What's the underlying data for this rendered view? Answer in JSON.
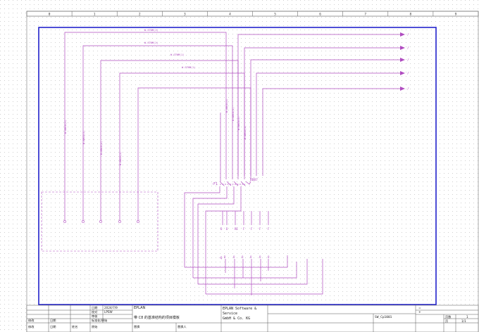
{
  "ruler": {
    "columns": [
      "0",
      "1",
      "2",
      "3",
      "4",
      "5",
      "6",
      "7",
      "8",
      "9"
    ]
  },
  "wires": {
    "labels": [
      "W-STNM(1)",
      "W-STNM(1)",
      "W-STNM(1)",
      "W-STNM(1)",
      "W-STNM(1)"
    ],
    "drop_labels": [
      "W-ABCD(1)",
      "W-ABCD(1)",
      "W-ABCD(1)",
      "W-ABCD(1)"
    ],
    "vertical_labels": [
      "W-ABCD(1)",
      "W-ABCD(1)",
      "W-ABCD(1)",
      "W-ABCD(1)"
    ]
  },
  "arrows": {
    "label": "/"
  },
  "device": {
    "tag": "-F1",
    "ref": "DDB7",
    "bottom_tag": "-Q",
    "terminals_top": [
      "D",
      "D",
      "RE",
      "F",
      "F",
      "F",
      "F"
    ],
    "terminals_bottom": [
      "D",
      "O",
      "O",
      "O",
      "O",
      "O",
      "O"
    ]
  },
  "colors": {
    "frame": "#2222cc",
    "wire": "#b04cc0",
    "box_dash": "#b04cc0",
    "grid": "#d8d8d8"
  },
  "titleblock": {
    "row_labels": [
      "日期",
      "校对",
      "审核",
      "标准化/原始"
    ],
    "row_values": [
      "2024/7/9",
      "LPSW",
      "",
      ""
    ],
    "company": "EPLAN",
    "project_title": "带 C8 的基准结构的项目模板",
    "vendor_line1": "EPLAN Software &",
    "vendor_line2": "Service",
    "vendor_line3": "GmbH & Co. KG",
    "drawing_no": "SW_Cp1001",
    "bottom_labels": [
      "修改",
      "日期",
      "姓名",
      "原始",
      "替换",
      "替换人"
    ],
    "mid_labels": [
      "修改",
      "日期"
    ],
    "right_eq": [
      "=",
      "+"
    ],
    "page_label": "页数",
    "page_value": "1",
    "sheet_label": "页",
    "sheet_value": "1/1"
  }
}
